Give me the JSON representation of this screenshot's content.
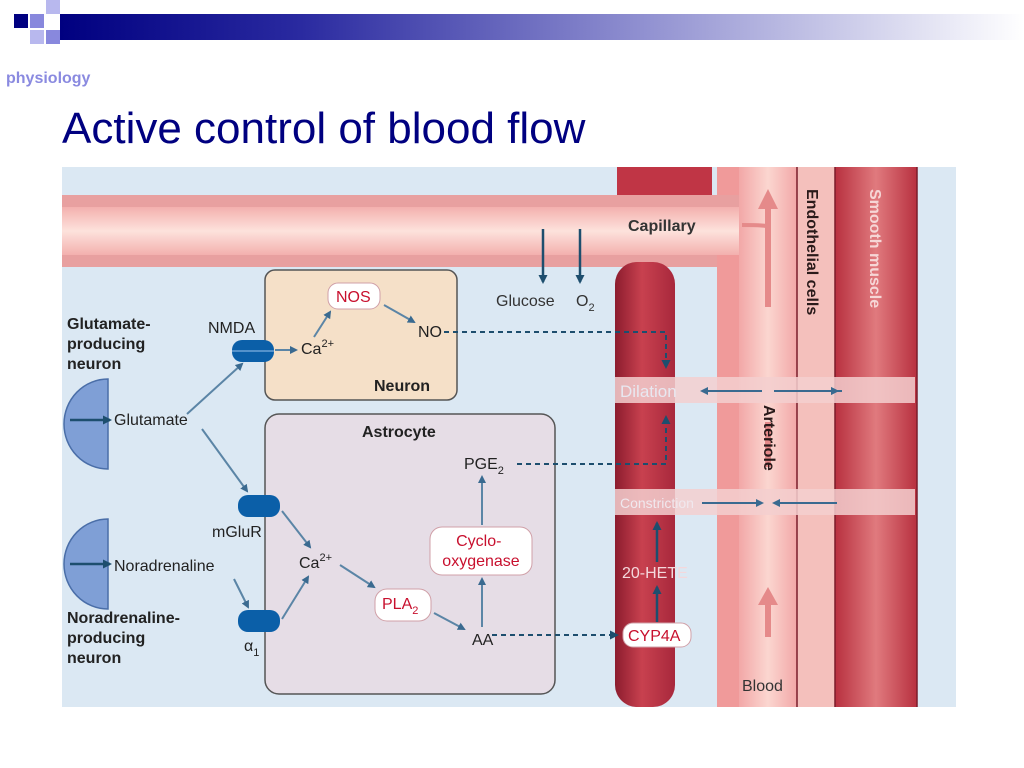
{
  "slide": {
    "category": "physiology",
    "title": "Active control of blood flow"
  },
  "diagram": {
    "capillary": "Capillary",
    "endothelial_cells": "Endothelial cells",
    "smooth_muscle": "Smooth muscle",
    "arteriole": "Arteriole",
    "blood": "Blood",
    "glucose": "Glucose",
    "o2": "O",
    "o2_sub": "2",
    "dilation": "Dilation",
    "constriction": "Constriction",
    "hete": "20-HETE",
    "cyp4a": "CYP4A",
    "glutamate_neuron_lines": [
      "Glutamate-",
      "producing",
      "neuron"
    ],
    "noradrenaline_neuron_lines": [
      "Noradrenaline-",
      "producing",
      "neuron"
    ],
    "glutamate": "Glutamate",
    "noradrenaline": "Noradrenaline",
    "nmda": "NMDA",
    "mglur": "mGluR",
    "alpha1": "α",
    "alpha1_sub": "1",
    "neuron_box": "Neuron",
    "astrocyte_box": "Astrocyte",
    "nos": "NOS",
    "no": "NO",
    "ca_neuron": "Ca",
    "ca_astro": "Ca",
    "ca_sup": "2+",
    "pge2": "PGE",
    "pge2_sub": "2",
    "cyclo_lines": [
      "Cyclo-",
      "oxygenase"
    ],
    "pla2": "PLA",
    "pla2_sub": "2",
    "aa": "AA"
  },
  "colors": {
    "title": "#000080",
    "category": "#8a8ae0",
    "vessel_dark": "#a8283c",
    "vessel_light": "#f4b2b2",
    "neuron_fill": "#f5e0c8",
    "astrocyte_fill": "#e6dde6",
    "arrow": "#3a6a90",
    "receptor": "#0b5fa8",
    "terminal": "#7f9fd6",
    "label_red": "#c8102e"
  }
}
